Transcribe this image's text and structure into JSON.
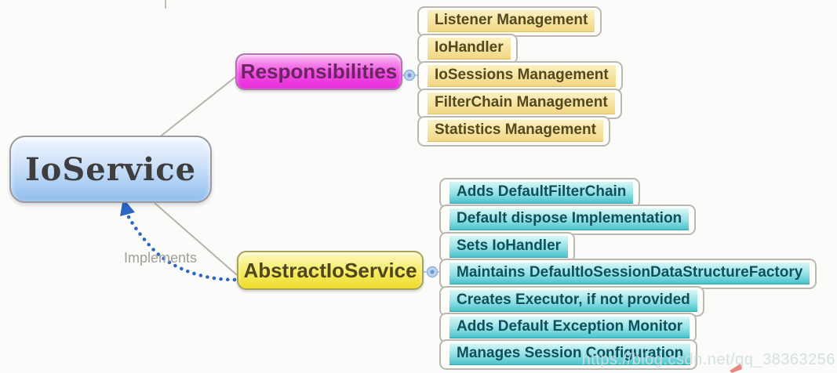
{
  "diagram": {
    "root": {
      "label": "IoService"
    },
    "branches": [
      {
        "id": "responsibilities",
        "label": "Responsibilities",
        "children": [
          "Listener Management",
          "IoHandler",
          "IoSessions Management",
          "FilterChain Management",
          "Statistics Management"
        ]
      },
      {
        "id": "abstract-io-service",
        "label": "AbstractIoService",
        "children": [
          "Adds DefaultFilterChain",
          "Default dispose Implementation",
          "Sets IoHandler",
          "Maintains DefaultIoSessionDataStructureFactory",
          "Creates Executor, if not provided",
          "Adds Default Exception Monitor",
          "Manages Session Configuration"
        ]
      }
    ],
    "edge_label": "Implements"
  },
  "watermark": "https://blog.csdn.net/qq_38363256",
  "colors": {
    "background": "#fbfbf9",
    "root_node_fill": "#a6cbf2",
    "responsibilities_node_fill": "#ee3fe0",
    "abstract_node_fill": "#f3e139",
    "yellow_leaf_fill": "#f3d98a",
    "cyan_leaf_fill": "#4ec5cd",
    "implements_arrow": "#2b66c4",
    "connector_gray": "#b5b3ad",
    "bubble_outline": "#bbb8b1"
  }
}
